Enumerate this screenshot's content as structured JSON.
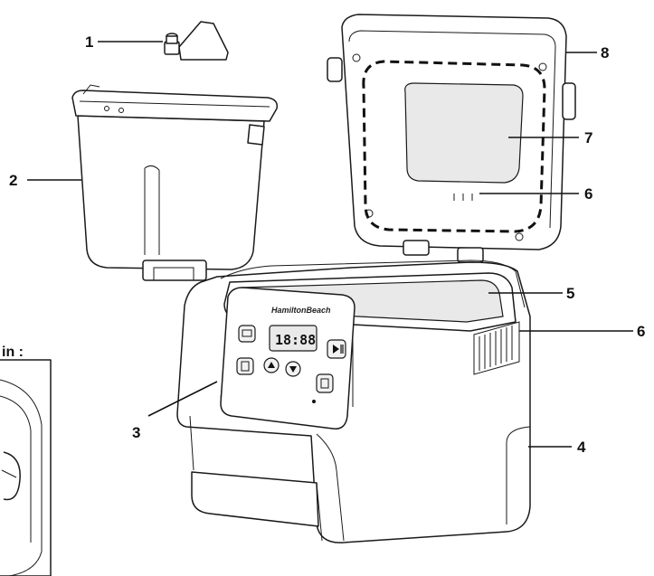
{
  "inset": {
    "label": "in :"
  },
  "machine": {
    "brand": "HamiltonBeach",
    "display_time": "18:88"
  },
  "callouts": [
    {
      "id": "1",
      "text": "1"
    },
    {
      "id": "2",
      "text": "2"
    },
    {
      "id": "3",
      "text": "3"
    },
    {
      "id": "4",
      "text": "4"
    },
    {
      "id": "5",
      "text": "5"
    },
    {
      "id": "6a",
      "text": "6"
    },
    {
      "id": "6b",
      "text": "6"
    },
    {
      "id": "7",
      "text": "7"
    },
    {
      "id": "8",
      "text": "8"
    }
  ]
}
